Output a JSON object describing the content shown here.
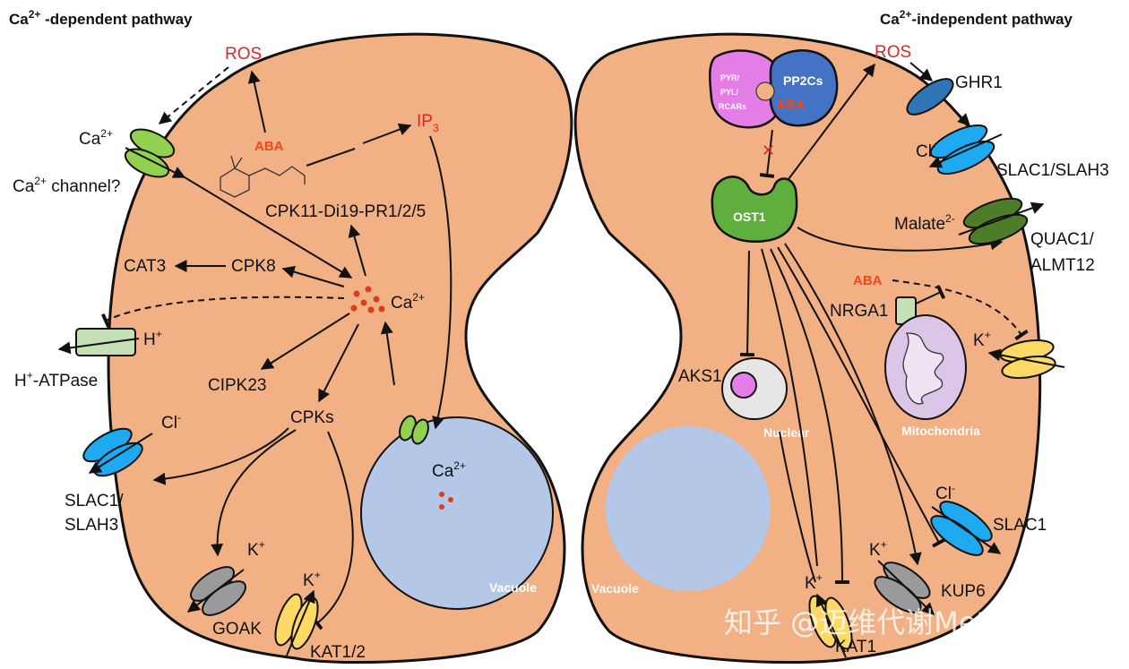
{
  "left": {
    "heading_main": "Ca",
    "heading_sup": "2+",
    "heading_rest": " -dependent pathway",
    "ros": "ROS",
    "aba": "ABA",
    "ip3_main": "IP",
    "ip3_sub": "3",
    "ca_main": "Ca",
    "ca_sup": "2+",
    "ca_channel_main": "Ca",
    "ca_channel_sup": "2+",
    "ca_channel_rest": " channel?",
    "cpk11": "CPK11-Di19-PR1/2/5",
    "cat3": "CAT3",
    "cpk8": "CPK8",
    "ca_center_main": "Ca",
    "ca_center_sup": "2+",
    "h_main": "H",
    "h_sup": "+",
    "hatpase_main": "H",
    "hatpase_sup": "+",
    "hatpase_rest": "-ATPase",
    "cipk23": "CIPK23",
    "cpks": "CPKs",
    "cl_main": "Cl",
    "cl_sup": "-",
    "slac1": "SLAC1/",
    "slah3": "SLAH3",
    "ca_vac_main": "Ca",
    "ca_vac_sup": "2+",
    "k1_main": "K",
    "k1_sup": "+",
    "k2_main": "K",
    "k2_sup": "+",
    "goak": "GOAK",
    "kat12": "KAT1/2",
    "vacuole": "Vacuole"
  },
  "right": {
    "heading_main": "Ca",
    "heading_sup": "2+",
    "heading_rest": "-independent pathway",
    "ros": "ROS",
    "ghr1": "GHR1",
    "pyr_lines": [
      "PYR/",
      "PYL/",
      "RCARs"
    ],
    "pp2cs": "PP2Cs",
    "aba_receptor": "ABA",
    "cl_main": "Cl",
    "cl_sup": "-",
    "slac1_slah3": "SLAC1/SLAH3",
    "ost1": "OST1",
    "malate_main": "Malate",
    "malate_sup": "2-",
    "quac1": "QUAC1/",
    "almt12": "ALMT12",
    "aba": "ABA",
    "nrga1": "NRGA1",
    "k_main": "K",
    "k_sup": "+",
    "aks1": "AKS1",
    "nuclear": "Nuclear",
    "mitochondria": "Mitochondria",
    "vacuole": "Vacuole",
    "cl2_main": "Cl",
    "cl2_sup": "-",
    "slac1": "SLAC1",
    "k2_main": "K",
    "k2_sup": "+",
    "kup6": "KUP6",
    "k3_main": "K",
    "k3_sup": "+",
    "kat1": "KAT1"
  },
  "watermark": "知乎 @迈维代谢MetWare",
  "colors": {
    "cell": "#f2b085",
    "vacuole": "#b4c7e7",
    "green_channel": "#92d050",
    "blue_channel": "#1eaaf0",
    "grey_channel": "#9a9a9a",
    "yellow_channel": "#ffd966",
    "dark_green": "#4e7d2a",
    "ost1": "#5fae3e",
    "pyr": "#e57de6",
    "pp2c": "#4472c4",
    "red_label": "#e02424",
    "aba": "#ec4a1c"
  }
}
